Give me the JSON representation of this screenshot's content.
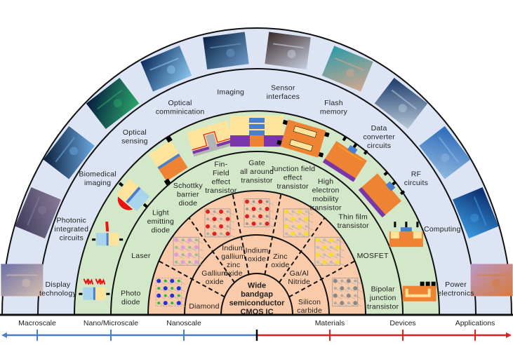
{
  "colors": {
    "applications_ring": "#dde5f5",
    "devices_ring": "#d2e8c8",
    "materials_ring": "#f9cbab",
    "outline": "#111111",
    "scale_axis_left": "#4a7fc8",
    "scale_axis_right": "#e02020",
    "device_yellow": "#fde49a",
    "device_orange": "#ee8433",
    "device_purple": "#7a35a8",
    "device_blue": "#4a7fd0",
    "device_lightblue": "#a9d4ee",
    "device_gray": "#b3b3b3",
    "led_red": "#ee1111"
  },
  "core": {
    "lines": [
      "Wide",
      "bandgap",
      "semiconductor",
      "CMOS IC"
    ]
  },
  "materials_inner": [
    {
      "lines": [
        "Diamond"
      ]
    },
    {
      "lines": [
        "Gallium",
        "oxide"
      ]
    },
    {
      "lines": [
        "Indium",
        "gallium",
        "zinc",
        "oxide"
      ]
    },
    {
      "lines": [
        "Indium",
        "oxide"
      ]
    },
    {
      "lines": [
        "Zinc",
        "oxide"
      ]
    },
    {
      "lines": [
        "Ga/Al",
        "Nitride"
      ]
    },
    {
      "lines": [
        "Silicon",
        "carbide"
      ]
    }
  ],
  "materials_outer_structures": [
    {
      "name": "diamond-crystal-structure"
    },
    {
      "name": "gallium-oxide-crystal-structure"
    },
    {
      "name": "igzo-crystal-structure"
    },
    {
      "name": "indium-oxide-crystal-structure"
    },
    {
      "name": "zinc-oxide-crystal-structure"
    },
    {
      "name": "gan-crystal-structure"
    },
    {
      "name": "silicon-carbide-crystal-structure"
    }
  ],
  "devices_inner": [
    {
      "lines": [
        "Photo",
        "diode"
      ]
    },
    {
      "lines": [
        "Laser"
      ]
    },
    {
      "lines": [
        "Light",
        "emitting",
        "diode"
      ]
    },
    {
      "lines": [
        "Schottky",
        "barrier",
        "diode"
      ]
    },
    {
      "lines": [
        "Fin-",
        "Field",
        "effect",
        "transistor"
      ]
    },
    {
      "lines": [
        "Gate",
        "all around",
        "transistor"
      ]
    },
    {
      "lines": [
        "Junction field",
        "effect",
        "transistor"
      ]
    },
    {
      "lines": [
        "High",
        "electron",
        "mobility",
        "transistor"
      ]
    },
    {
      "lines": [
        "Thin film",
        "transistor"
      ]
    },
    {
      "lines": [
        "MOSFET"
      ]
    },
    {
      "lines": [
        "Bipolar",
        "junction",
        "transistor"
      ]
    }
  ],
  "applications_inner": [
    {
      "lines": [
        "Display",
        "technology"
      ]
    },
    {
      "lines": [
        "Photonic",
        "integrated",
        "circuits"
      ]
    },
    {
      "lines": [
        "Biomedical",
        "imaging"
      ]
    },
    {
      "lines": [
        "Optical",
        "sensing"
      ]
    },
    {
      "lines": [
        "Optical",
        "comminication"
      ]
    },
    {
      "lines": [
        "Imaging"
      ]
    },
    {
      "lines": [
        "Sensor",
        "interfaces"
      ]
    },
    {
      "lines": [
        "Flash",
        "memory"
      ]
    },
    {
      "lines": [
        "Data",
        "converter",
        "circuits"
      ]
    },
    {
      "lines": [
        "RF",
        "circuits"
      ]
    },
    {
      "lines": [
        "Computing"
      ]
    },
    {
      "lines": [
        "Power",
        "electronics"
      ]
    }
  ],
  "application_photos": [
    {
      "name": "display-technology-photo",
      "colors": [
        "#6a6fa8",
        "#d8c0b0"
      ]
    },
    {
      "name": "photonic-circuit-photo",
      "colors": [
        "#3c3c5a",
        "#8a7a9a"
      ]
    },
    {
      "name": "brain-scan-photo",
      "colors": [
        "#0b1e3a",
        "#6aa8e0"
      ]
    },
    {
      "name": "optical-sensing-photo",
      "colors": [
        "#061a40",
        "#2aa86a"
      ]
    },
    {
      "name": "optical-communication-photo",
      "colors": [
        "#0a2a5a",
        "#8ac8f0"
      ]
    },
    {
      "name": "imaging-photo",
      "colors": [
        "#0a2040",
        "#6a9ac8"
      ]
    },
    {
      "name": "sensor-interface-photo",
      "colors": [
        "#3a2a2a",
        "#c8d0e0"
      ]
    },
    {
      "name": "flash-memory-photo",
      "colors": [
        "#2a9aa8",
        "#d4a890"
      ]
    },
    {
      "name": "satellite-photo",
      "colors": [
        "#1a3a6a",
        "#b8c8d8"
      ]
    },
    {
      "name": "rf-antenna-photo",
      "colors": [
        "#2a6ab8",
        "#90b8e0"
      ]
    },
    {
      "name": "computing-circuit-photo",
      "colors": [
        "#0a2a6a",
        "#3a9ae0"
      ]
    },
    {
      "name": "power-electronics-photo",
      "colors": [
        "#b898c8",
        "#d87a3a"
      ]
    }
  ],
  "scale_axis": {
    "left_labels": [
      "Macroscale",
      "Nano/Microscale",
      "Nanoscale"
    ],
    "right_labels": [
      "Materials",
      "Devices",
      "Applications"
    ]
  }
}
